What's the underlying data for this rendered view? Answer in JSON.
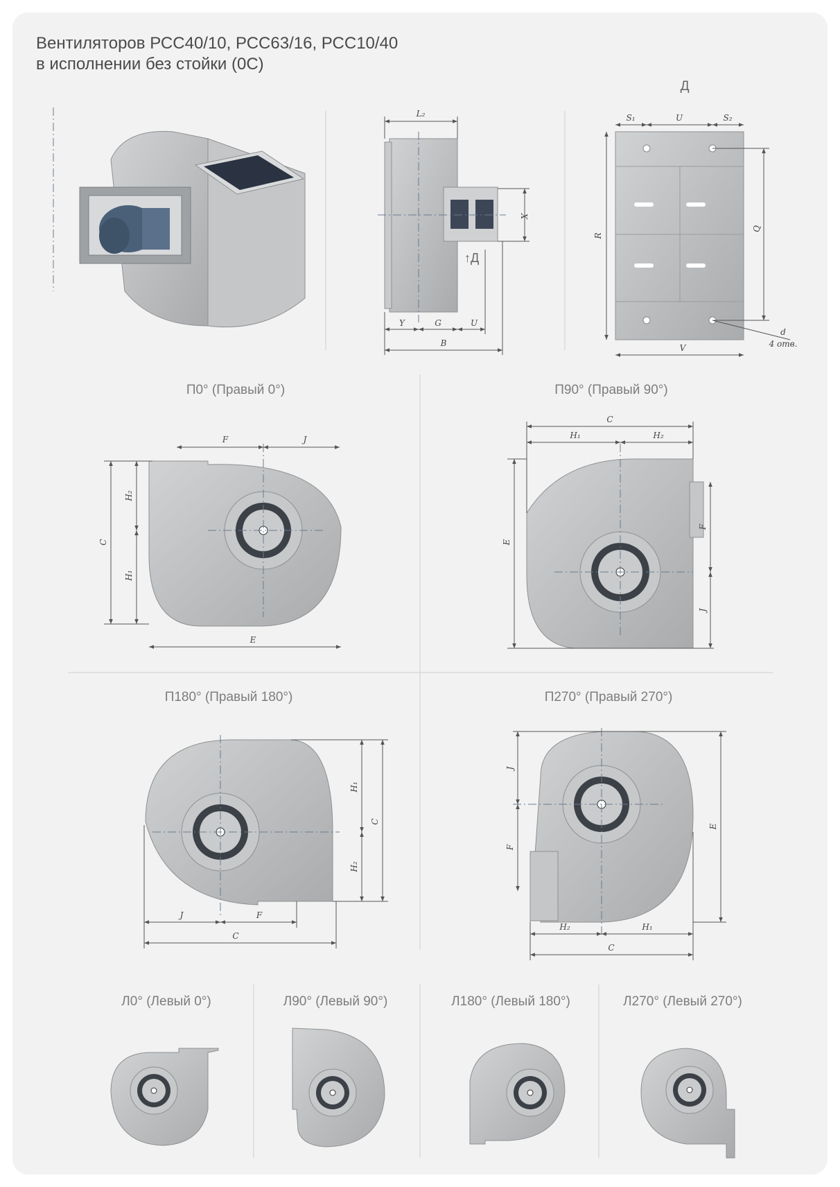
{
  "title": {
    "line1": "Вентиляторов РСС40/10, РСС63/16, РСС10/40",
    "line2": "в исполнении без стойки (0С)"
  },
  "colors": {
    "background": "#f2f2f2",
    "metal": "#b9bbbd",
    "metal_light": "#cfd1d3",
    "ring": "#3c4148",
    "motor": "#4a6079",
    "dimension_lines": "#555555"
  },
  "view_d": {
    "label": "Д",
    "dims": {
      "s1": "S₁",
      "u": "U",
      "s2": "S₂",
      "r": "R",
      "q": "Q",
      "v": "V",
      "d": "d",
      "holes": "4 отв."
    }
  },
  "side_view": {
    "arrow_label": "↑Д",
    "dims": {
      "l2": "L₂",
      "x": "X",
      "y": "Y",
      "g": "G",
      "u": "U",
      "b": "B"
    }
  },
  "orientations": {
    "p0": {
      "label": "П0° (Правый 0°)",
      "dims": {
        "f": "F",
        "j": "J",
        "h2": "H₂",
        "h1": "H₁",
        "c": "C",
        "e": "E"
      }
    },
    "p90": {
      "label": "П90° (Правый 90°)",
      "dims": {
        "c": "C",
        "h1": "H₁",
        "h2": "H₂",
        "e": "E",
        "f": "F",
        "j": "J"
      }
    },
    "p180": {
      "label": "П180° (Правый 180°)",
      "dims": {
        "h1": "H₁",
        "h2": "H₂",
        "c": "C",
        "j": "J",
        "f": "F",
        "cb": "C"
      }
    },
    "p270": {
      "label": "П270° (Правый 270°)",
      "dims": {
        "j": "J",
        "f": "F",
        "e": "E",
        "h2": "H₂",
        "h1": "H₁",
        "c": "C"
      }
    },
    "l0": {
      "label": "Л0° (Левый 0°)"
    },
    "l90": {
      "label": "Л90° (Левый 90°)"
    },
    "l180": {
      "label": "Л180° (Левый 180°)"
    },
    "l270": {
      "label": "Л270° (Левый 270°)"
    }
  }
}
